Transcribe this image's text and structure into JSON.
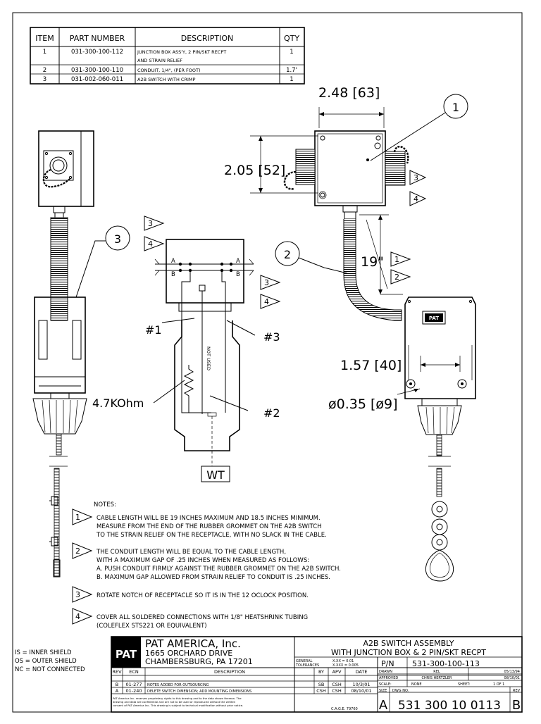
{
  "bom": {
    "headers": [
      "ITEM",
      "PART NUMBER",
      "DESCRIPTION",
      "QTY"
    ],
    "rows": [
      {
        "item": "1",
        "part": "031-300-100-112",
        "desc1": "JUNCTION BOX ASS'Y, 2 PIN/SKT RECPT",
        "desc2": "AND STRAIN RELIEF",
        "qty": "1"
      },
      {
        "item": "2",
        "part": "031-300-100-110",
        "desc1": "CONDUIT, 1/4\", (PER FOOT)",
        "desc2": "",
        "qty": "1.7'"
      },
      {
        "item": "3",
        "part": "031-002-060-011",
        "desc1": "A2B SWITCH WITH CRIMP",
        "desc2": "",
        "qty": "1"
      }
    ]
  },
  "dims": {
    "width": "2.48 [63]",
    "height": "2.05 [52]",
    "cable": "19\"",
    "switch_width": "1.57 [40]",
    "hole": "ø0.35 [ø9]"
  },
  "balloons": [
    "1",
    "2",
    "3"
  ],
  "flags": {
    "f1": "1",
    "f2": "2",
    "f3": "3",
    "f4": "4"
  },
  "wiring": {
    "w1": "#1",
    "w2": "#2",
    "w3": "#3",
    "resistor": "4.7KOhm",
    "not_used": "NOT USED",
    "wt": "WT",
    "a": "A",
    "b": "B"
  },
  "logo_small": "PAT",
  "notes": {
    "title": "NOTES:",
    "n1": [
      "CABLE LENGTH WILL BE 19 INCHES MAXIMUM AND 18.5 INCHES MINIMUM.",
      "MEASURE FROM THE END OF THE RUBBER GROMMET ON THE A2B SWITCH",
      "TO THE STRAIN RELIEF ON THE RECEPTACLE, WITH NO SLACK IN THE CABLE."
    ],
    "n2": [
      "THE CONDUIT LENGTH WILL BE EQUAL TO THE CABLE LENGTH,",
      "WITH A MAXIMUM GAP OF .25 INCHES WHEN MEASURED AS FOLLOWS:",
      "A. PUSH CONDUIT FIRMLY AGAINST THE RUBBER GROMMET ON THE A2B SWITCH.",
      "B. MAXIMUM GAP ALLOWED FROM STRAIN RELIEF TO CONDUIT IS .25 INCHES."
    ],
    "n3": [
      "ROTATE NOTCH OF RECEPTACLE SO IT IS IN THE 12 OCLOCK POSITION."
    ],
    "n4": [
      "COVER ALL SOLDERED CONNECTIONS WITH 1/8\" HEATSHRINK TUBING",
      "(COLEFLEX STS221 OR EQUIVALENT)"
    ]
  },
  "legend": [
    "IS = INNER SHIELD",
    "OS = OUTER SHIELD",
    "NC = NOT CONNECTED"
  ],
  "title_block": {
    "logo": "PAT",
    "company": "PAT AMERICA, Inc.",
    "address1": "1665 ORCHARD DRIVE",
    "address2": "CHAMBERSBURG, PA   17201",
    "title1": "A2B SWITCH ASSEMBLY",
    "title2": "WITH JUNCTION BOX & 2 PIN/SKT RECPT",
    "general": "GENERAL",
    "tolerances": "TOLERANCES",
    "tol1": "X.XX = 0.01",
    "tol2": "X.XXX = 0.005",
    "pn_label": "P/N",
    "pn": "531-300-100-113",
    "rev_headers": [
      "REV",
      "ECN",
      "DESCRIPTION",
      "BY",
      "APV",
      "DATE"
    ],
    "revs": [
      {
        "rev": "B",
        "ecn": "01-277",
        "desc": "NOTES ADDED FOR OUTSOURCING",
        "by": "SB",
        "apv": "CSH",
        "date": "10/3/01"
      },
      {
        "rev": "A",
        "ecn": "01-240",
        "desc": "DELETE SWITCH DIMENSION; ADD MOUNTING DIMENSIONS",
        "by": "CSH",
        "apv": "CSH",
        "date": "08/10/01"
      }
    ],
    "drawn_label": "DRAWN",
    "drawn_name": "REL",
    "drawn_date": "05/13/94",
    "approved_label": "APPROVED",
    "approved_name": "CHRIS HERTZLER",
    "approved_date": "08/10/01",
    "scale_label": "SCALE:",
    "scale": "NONE",
    "sheet_label": "SHEET:",
    "sheet": "1 OF 1",
    "size_label": "SIZE",
    "dwg_label": "DWG NO.",
    "rev_label": "REV",
    "size": "A",
    "dwg_no": "531  300  10  0113",
    "rev": "B",
    "cage": "C.A.G.E. 79760",
    "disclaimer1": "PAT America Inc. reserves proprietary rights to this drawing and to the data shown thereon. The",
    "disclaimer2": "drawing and data are confidential and are not to be used or reproduced without the written",
    "disclaimer3": "consent of PAT America Inc. This drawing is subject to technical modification without prior notice."
  }
}
